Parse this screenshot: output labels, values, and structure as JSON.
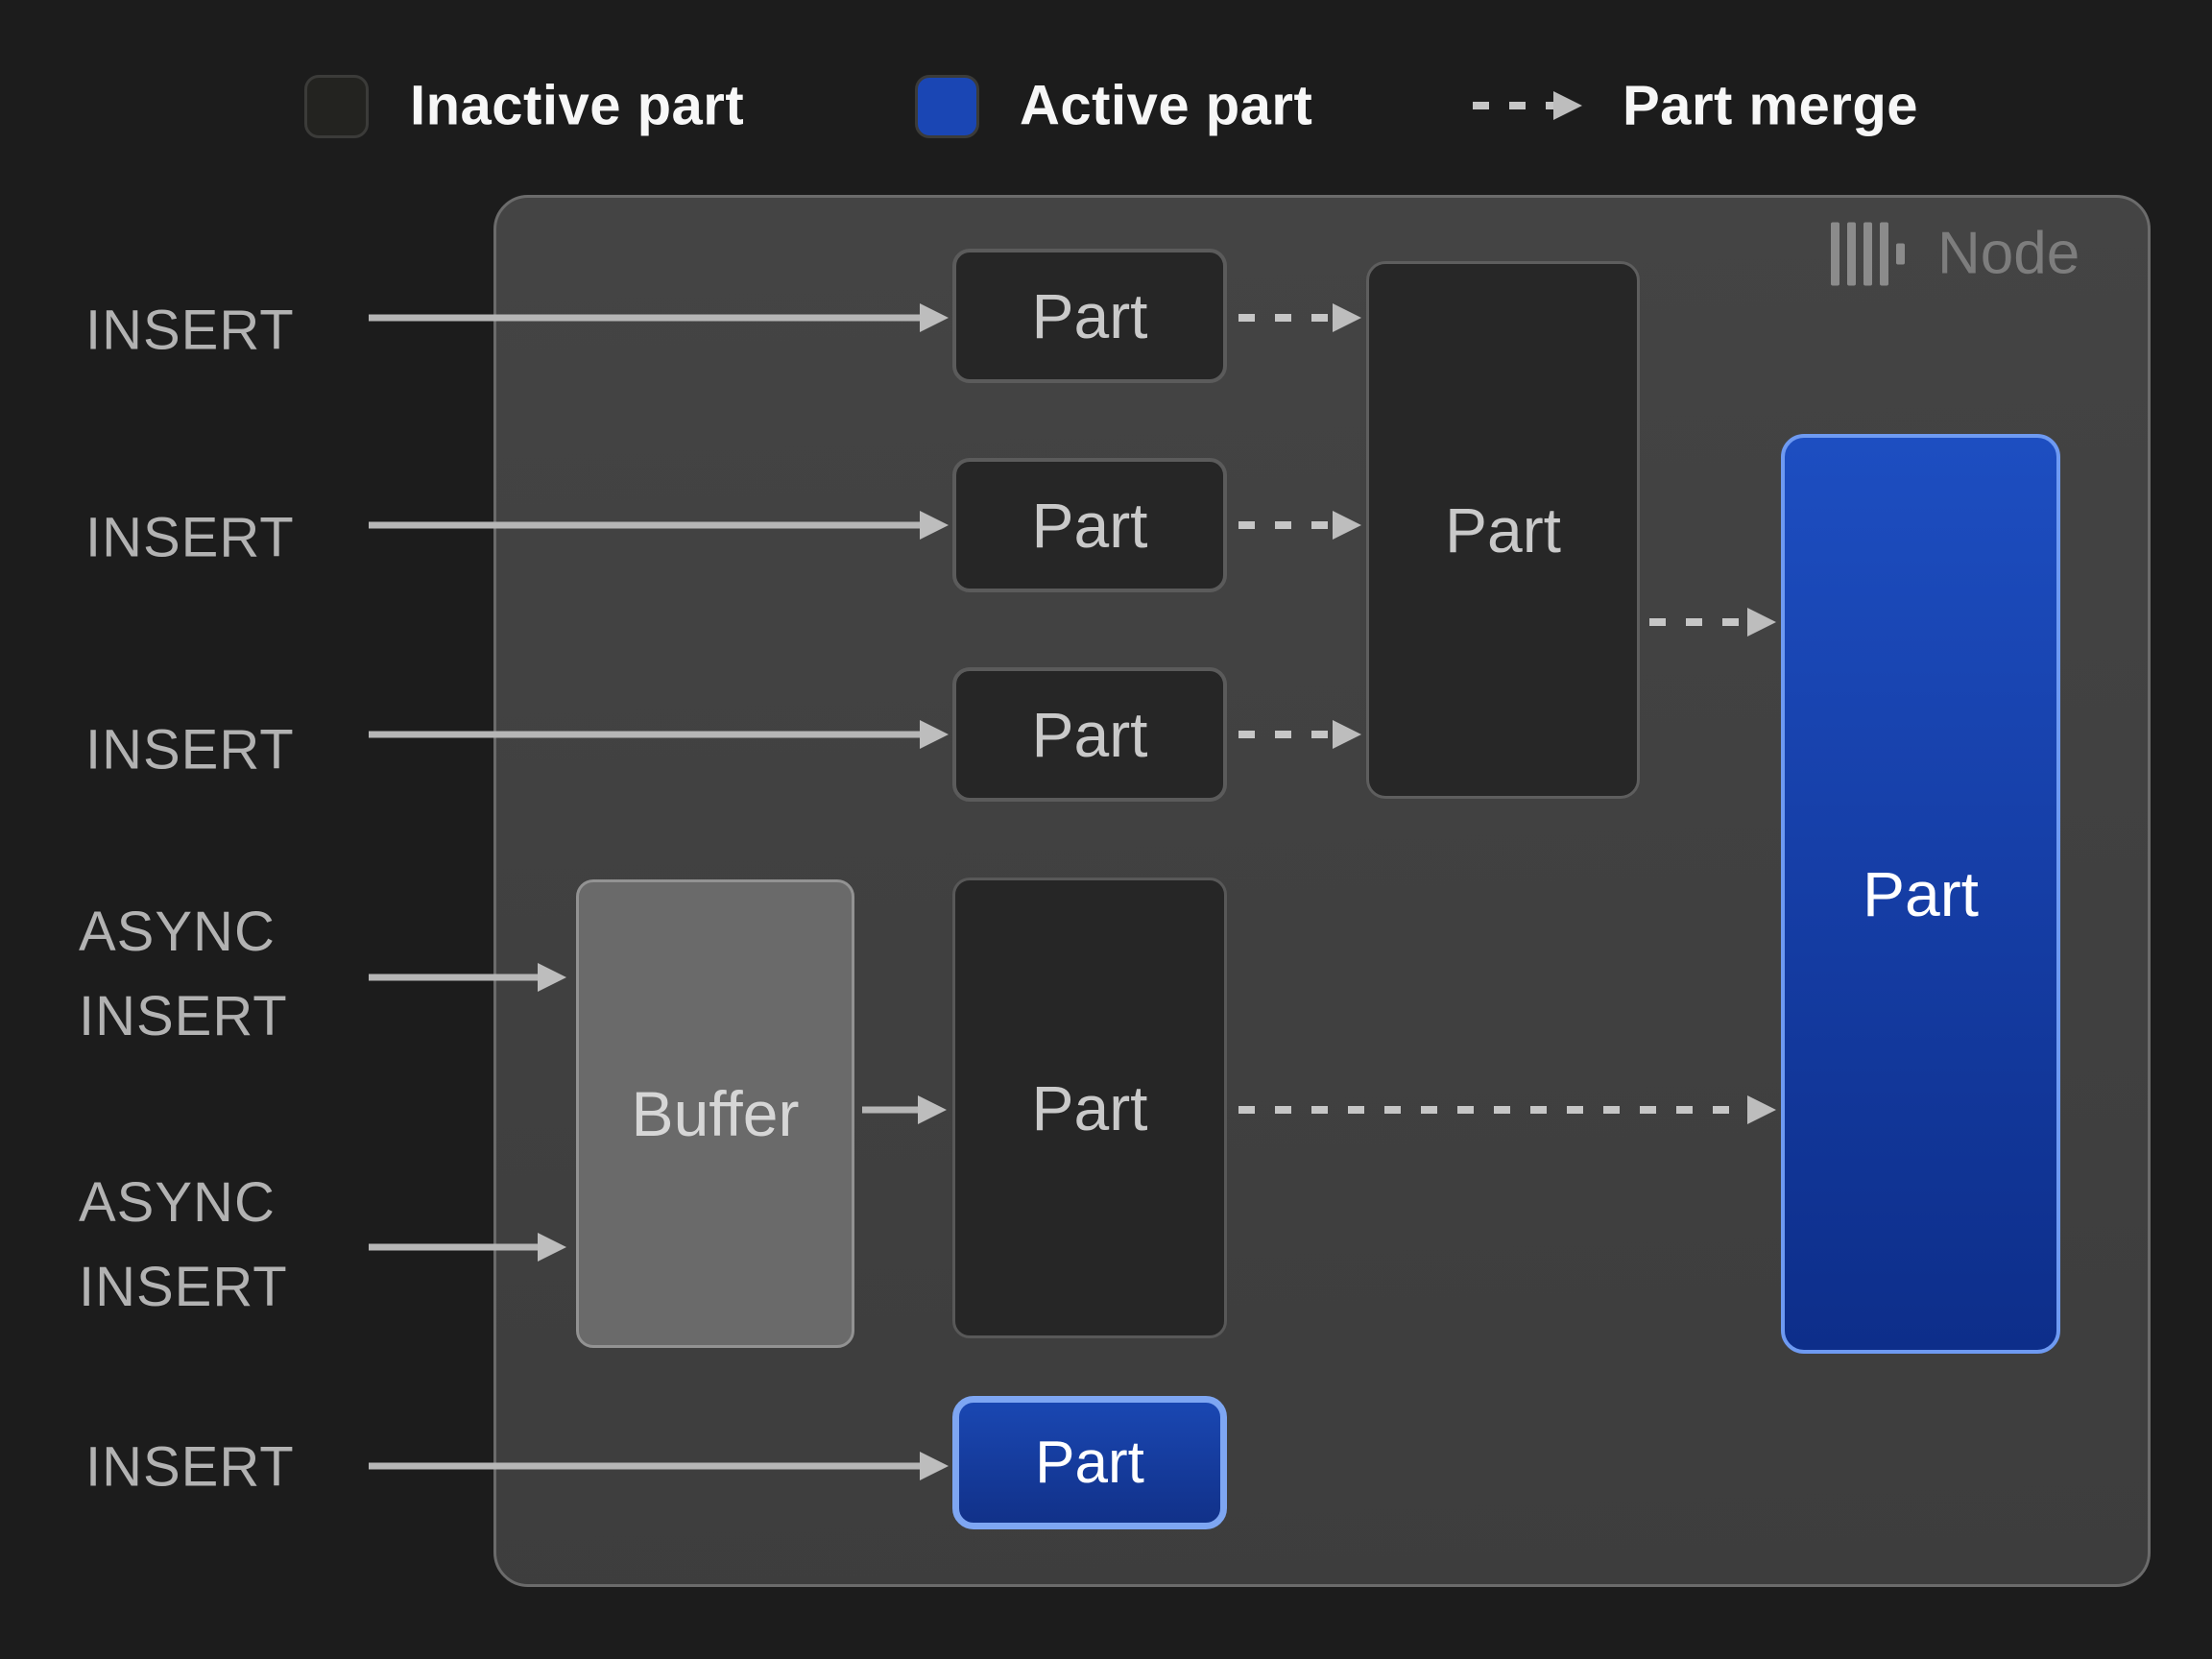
{
  "legend": {
    "inactive_label": "Inactive part",
    "active_label": "Active part",
    "merge_label": "Part merge",
    "inactive_swatch_color": "#232320",
    "active_swatch_color": "#1a46b4"
  },
  "node": {
    "title": "Node",
    "logo_icon": "clickhouse-bars-icon"
  },
  "inputs": {
    "insert_1": "INSERT",
    "insert_2": "INSERT",
    "insert_3": "INSERT",
    "async_1": {
      "line1": "ASYNC",
      "line2": "INSERT"
    },
    "async_2": {
      "line1": "ASYNC",
      "line2": "INSERT"
    },
    "insert_4": "INSERT"
  },
  "parts": {
    "inactive_top_1": "Part",
    "inactive_top_2": "Part",
    "inactive_top_3": "Part",
    "merge_target": "Part",
    "buffer": "Buffer",
    "from_buffer": "Part",
    "active_large": "Part",
    "active_small": "Part"
  },
  "colors": {
    "background": "#1c1c1c",
    "node_fill": "#414141",
    "inactive_part_fill": "#262626",
    "buffer_fill": "#6a6a6a",
    "active_gradient_top": "#1d4ec1",
    "active_gradient_bottom": "#0d2e8a",
    "active_border": "#6e9af2",
    "arrow": "#b6b6b6"
  }
}
